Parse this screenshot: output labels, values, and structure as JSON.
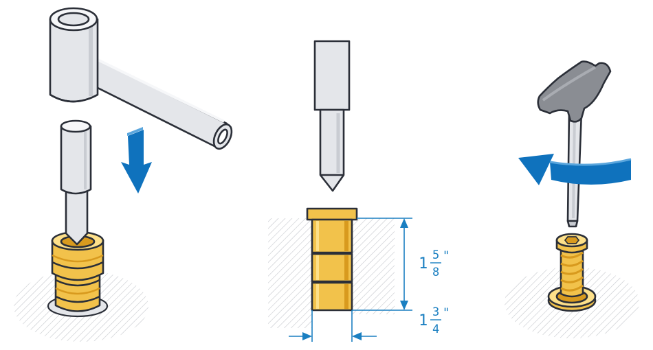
{
  "colors": {
    "outline": "#2b2f38",
    "tool_grey": "#e4e6ea",
    "tool_shadow": "#c9ccd2",
    "handle_grey": "#8a8d93",
    "brass": "#f2c24b",
    "brass_shadow": "#d89a1e",
    "brass_light": "#fde08a",
    "arrow_blue": "#0f72bd",
    "dim_blue": "#1a7fc1",
    "hatch": "#c4c7cc"
  },
  "icons": {
    "step1": "hammer-and-setting-tool-icon",
    "step2": "insert-tool-and-threaded-insert-icon",
    "step3": "t-handle-hex-key-icon"
  },
  "dimensions": {
    "height": {
      "whole": "1",
      "numerator": "5",
      "denominator": "8",
      "unit": "\""
    },
    "width": {
      "whole": "1",
      "numerator": "3",
      "denominator": "4",
      "unit": "\""
    }
  }
}
